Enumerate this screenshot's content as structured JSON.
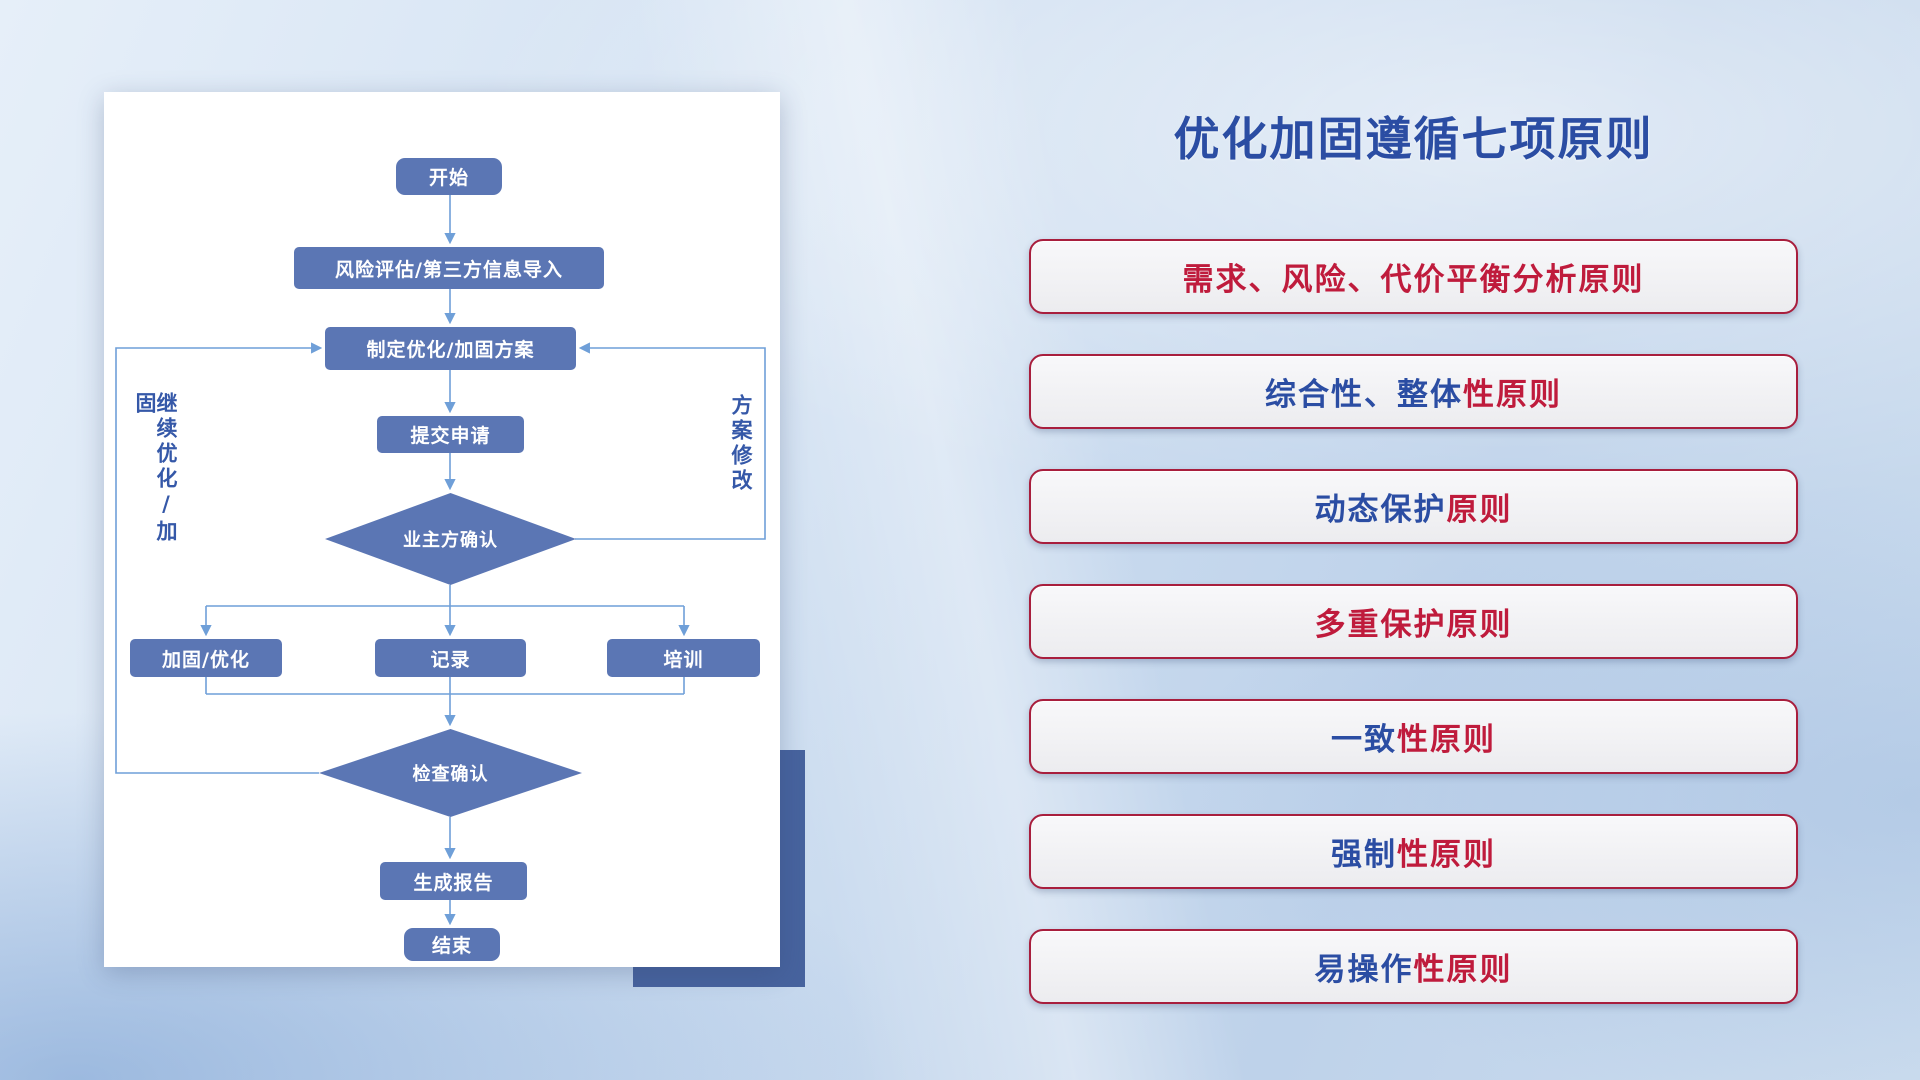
{
  "flowchart": {
    "nodes": {
      "start": "开始",
      "risk_import": "风险评估/第三方信息导入",
      "make_plan": "制定优化/加固方案",
      "submit": "提交申请",
      "owner_confirm": "业主方确认",
      "reinforce": "加固/优化",
      "record": "记录",
      "training": "培训",
      "check_confirm": "检查确认",
      "report": "生成报告",
      "end": "结束"
    },
    "loop_labels": {
      "left": "继续优化/加固",
      "right": "方案修改"
    }
  },
  "panel": {
    "title": "优化加固遵循七项原则",
    "principles": [
      {
        "blue": "",
        "red": "需求、风险、代价平衡分析原则"
      },
      {
        "blue": "综合性、整体",
        "red": "性原则"
      },
      {
        "blue": "动态保护",
        "red": "原则"
      },
      {
        "blue": "",
        "red": "多重保护原则"
      },
      {
        "blue": "一致",
        "red": "性原则"
      },
      {
        "blue": "强制",
        "red": "性原则"
      },
      {
        "blue": "易操作",
        "red": "性原则"
      }
    ]
  },
  "colors": {
    "node_fill": "#5b76b4",
    "connector": "#6f9fd8",
    "title_blue": "#2b4da3",
    "principle_red": "#bf1b3c",
    "principle_border": "#a81e3d",
    "card_shadow_rect": "#47639e"
  }
}
